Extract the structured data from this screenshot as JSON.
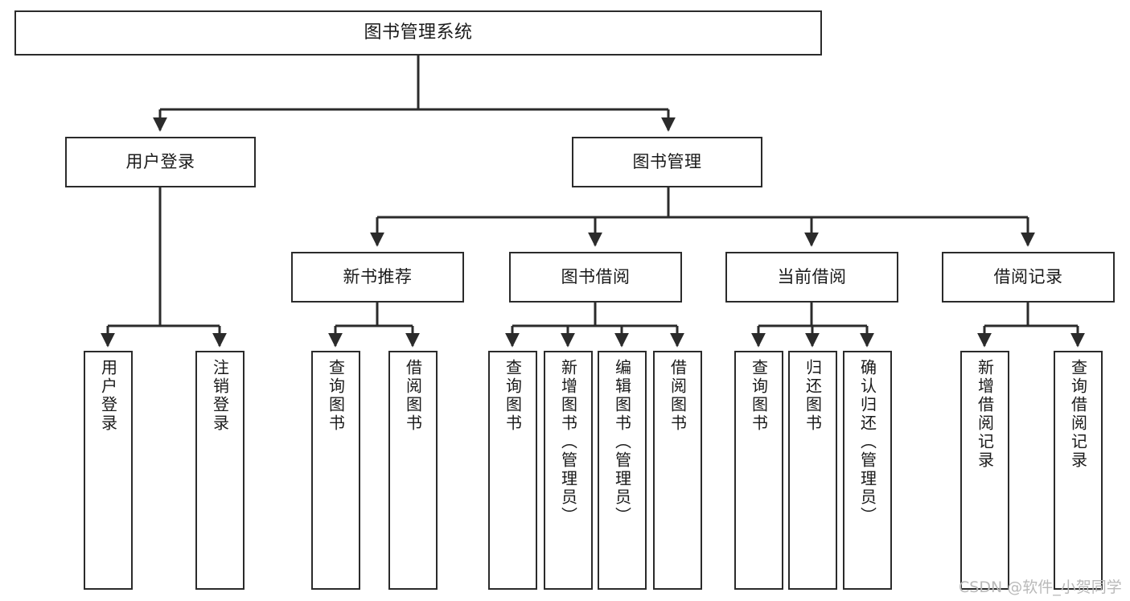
{
  "diagram": {
    "title": "图书管理系统",
    "type": "functional-structure-tree",
    "stroke_color": "#2b2b2b",
    "fill_color": "#ffffff",
    "text_color": "#1a1a1a"
  },
  "watermark": {
    "text": "CSDN @软件_小贺同学",
    "color": "#b9b9b9"
  },
  "nodes": {
    "root": {
      "label": "图书管理系统"
    },
    "level1": [
      {
        "id": "user-login",
        "label": "用户登录"
      },
      {
        "id": "book-manage",
        "label": "图书管理"
      }
    ],
    "level2": [
      {
        "id": "new-book-recommend",
        "label": "新书推荐"
      },
      {
        "id": "book-borrow",
        "label": "图书借阅"
      },
      {
        "id": "current-borrow",
        "label": "当前借阅"
      },
      {
        "id": "borrow-record",
        "label": "借阅记录"
      }
    ],
    "leaves": {
      "user_login": [
        {
          "id": "leaf-user-login",
          "label": "用户登录"
        },
        {
          "id": "leaf-logout",
          "label": "注销登录"
        }
      ],
      "new_book_recommend": [
        {
          "id": "leaf-query-book-1",
          "label": "查询图书"
        },
        {
          "id": "leaf-borrow-book-1",
          "label": "借阅图书"
        }
      ],
      "book_borrow": [
        {
          "id": "leaf-query-book-2",
          "label": "查询图书"
        },
        {
          "id": "leaf-add-book",
          "label": "新增图书（管理员）"
        },
        {
          "id": "leaf-edit-book",
          "label": "编辑图书（管理员）"
        },
        {
          "id": "leaf-borrow-book-2",
          "label": "借阅图书"
        }
      ],
      "current_borrow": [
        {
          "id": "leaf-query-book-3",
          "label": "查询图书"
        },
        {
          "id": "leaf-return-book",
          "label": "归还图书"
        },
        {
          "id": "leaf-confirm-return",
          "label": "确认归还（管理员）"
        }
      ],
      "borrow_record": [
        {
          "id": "leaf-add-record",
          "label": "新增借阅记录"
        },
        {
          "id": "leaf-query-record",
          "label": "查询借阅记录"
        }
      ]
    }
  }
}
